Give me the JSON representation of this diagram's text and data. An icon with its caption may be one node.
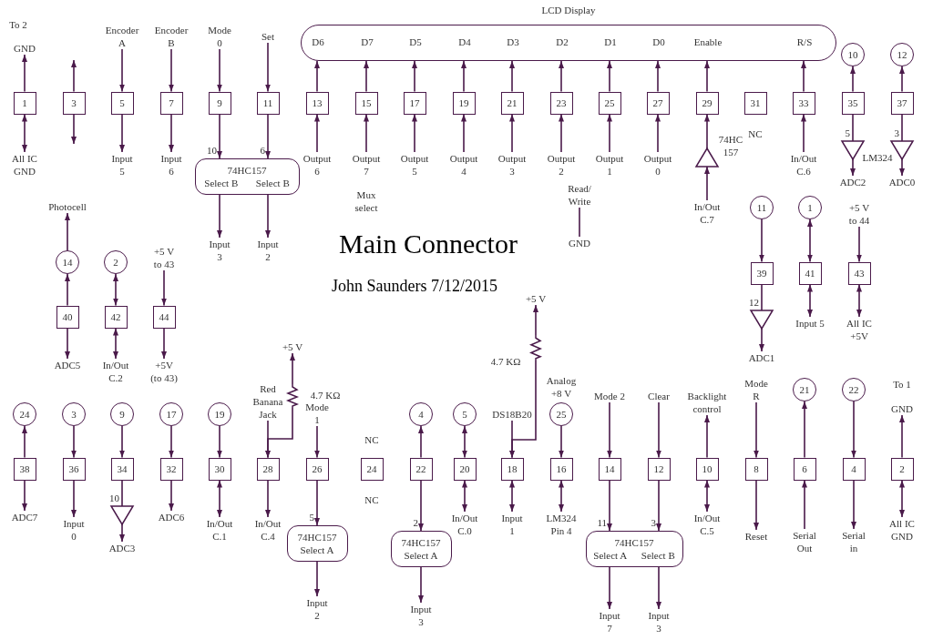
{
  "diagram": {
    "title": "Main Connector",
    "nodes": [
      {
        "text": [
          "GND"
        ]
      },
      {
        "text": [
          "1"
        ]
      },
      {
        "text": [
          "All IC GND"
        ]
      },
      {
        "text": [
          "3"
        ]
      },
      {
        "text": [
          "Encoder A"
        ]
      },
      {
        "text": [
          "5"
        ]
      },
      {
        "text": [
          "Input 5"
        ]
      },
      {
        "text": [
          "Encoder B"
        ]
      },
      {
        "text": [
          "7"
        ]
      },
      {
        "text": [
          "Input 6"
        ]
      },
      {
        "text": [
          "Mode 0"
        ]
      },
      {
        "text": [
          "9"
        ]
      },
      {
        "text": [
          "Set"
        ]
      },
      {
        "text": [
          "11"
        ]
      },
      {
        "text": [
          "74HC157",
          "Select B",
          "Select B"
        ]
      },
      {
        "text": [
          "Input 3"
        ]
      },
      {
        "text": [
          "Input 2"
        ]
      },
      {
        "text": [
          "LCD Display",
          "D6",
          "D7",
          "D5",
          "D4",
          "D3",
          "D2",
          "D1",
          "D0",
          "Enable",
          "R/S"
        ]
      },
      {
        "text": [
          "13"
        ]
      },
      {
        "text": [
          "Output 6"
        ]
      },
      {
        "text": [
          "15"
        ]
      },
      {
        "text": [
          "Output 7"
        ]
      },
      {
        "text": [
          "17"
        ]
      },
      {
        "text": [
          "Output 5"
        ]
      },
      {
        "text": [
          "19"
        ]
      },
      {
        "text": [
          "Output 4"
        ]
      },
      {
        "text": [
          "21"
        ]
      },
      {
        "text": [
          "Output 3"
        ]
      },
      {
        "text": [
          "23"
        ]
      },
      {
        "text": [
          "Output 2"
        ]
      },
      {
        "text": [
          "25"
        ]
      },
      {
        "text": [
          "Output 1"
        ]
      },
      {
        "text": [
          "27"
        ]
      },
      {
        "text": [
          "Output 0"
        ]
      },
      {
        "text": [
          "29"
        ]
      },
      {
        "text": [],
        "shape": "triangle",
        "beside": [
          "74HC 157"
        ]
      },
      {
        "text": [
          "In/Out C.7"
        ]
      },
      {
        "text": [
          "31"
        ],
        "beside": [
          "NC"
        ]
      },
      {
        "text": [
          "33"
        ]
      },
      {
        "text": [
          "In/Out C.6"
        ]
      },
      {
        "text": [
          "10"
        ]
      },
      {
        "text": [
          "35"
        ]
      },
      {
        "text": [],
        "shape": "triangle",
        "beside": [
          "LM324"
        ]
      },
      {
        "text": [
          "ADC2"
        ]
      },
      {
        "text": [
          "12"
        ]
      },
      {
        "text": [
          "37"
        ]
      },
      {
        "text": [],
        "shape": "triangle"
      },
      {
        "text": [
          "ADC0"
        ]
      },
      {
        "text": [
          "Read/ Write"
        ]
      },
      {
        "text": [
          "GND"
        ]
      },
      {
        "text": [
          "Photocell"
        ]
      },
      {
        "text": [
          "14"
        ]
      },
      {
        "text": [
          "40"
        ]
      },
      {
        "text": [
          "ADC5"
        ]
      },
      {
        "text": [
          "2"
        ]
      },
      {
        "text": [
          "42"
        ]
      },
      {
        "text": [
          "In/Out C.2"
        ]
      },
      {
        "text": [
          "+5 V to 43"
        ]
      },
      {
        "text": [
          "44"
        ]
      },
      {
        "text": [
          "+5V (to 43)"
        ]
      },
      {
        "text": [
          "11"
        ]
      },
      {
        "text": [
          "39"
        ]
      },
      {
        "text": [],
        "shape": "triangle"
      },
      {
        "text": [
          "ADC1"
        ]
      },
      {
        "text": [
          "1"
        ]
      },
      {
        "text": [
          "41"
        ]
      },
      {
        "text": [
          "Input 5"
        ]
      },
      {
        "text": [
          "+5 V to 44"
        ]
      },
      {
        "text": [
          "43"
        ]
      },
      {
        "text": [
          "All IC +5V"
        ]
      },
      {
        "text": [
          "24"
        ]
      },
      {
        "text": [
          "38"
        ]
      },
      {
        "text": [
          "ADC7"
        ]
      },
      {
        "text": [
          "3"
        ]
      },
      {
        "text": [
          "36"
        ]
      },
      {
        "text": [
          "Input 0"
        ]
      },
      {
        "text": [
          "9"
        ]
      },
      {
        "text": [
          "34"
        ]
      },
      {
        "text": [],
        "shape": "triangle"
      },
      {
        "text": [
          "ADC3"
        ]
      },
      {
        "text": [
          "17"
        ]
      },
      {
        "text": [
          "32"
        ]
      },
      {
        "text": [
          "ADC6"
        ]
      },
      {
        "text": [
          "19"
        ]
      },
      {
        "text": [
          "30"
        ]
      },
      {
        "text": [
          "In/Out C.1"
        ]
      },
      {
        "text": [
          "+5 V"
        ]
      },
      {
        "text": [],
        "shape": "resistor"
      },
      {
        "text": [
          "Red Banana Jack"
        ]
      },
      {
        "text": [
          "28"
        ]
      },
      {
        "text": [
          "In/Out C.4"
        ]
      },
      {
        "text": [
          "Mode 1"
        ]
      },
      {
        "text": [
          "26"
        ]
      },
      {
        "text": [
          "74HC157",
          "Select A"
        ]
      },
      {
        "text": [
          "Input 2"
        ]
      },
      {
        "text": [
          "24"
        ],
        "beside": [
          "NC",
          "NC"
        ]
      },
      {
        "text": [
          "4"
        ]
      },
      {
        "text": [
          "22"
        ]
      },
      {
        "text": [
          "74HC157",
          "Select A"
        ]
      },
      {
        "text": [
          "Input 3"
        ]
      },
      {
        "text": [
          "5"
        ]
      },
      {
        "text": [
          "20"
        ]
      },
      {
        "text": [
          "In/Out C.0"
        ]
      },
      {
        "text": [
          "+5 V"
        ]
      },
      {
        "text": [],
        "shape": "resistor",
        "beside": [
          "4.7 KΩ"
        ]
      },
      {
        "text": [
          "DS18B20"
        ]
      },
      {
        "text": [
          "18"
        ]
      },
      {
        "text": [
          "Input 1"
        ]
      },
      {
        "text": [
          "25"
        ],
        "beside": [
          "Analog +8 V"
        ]
      },
      {
        "text": [
          "16"
        ]
      },
      {
        "text": [
          "LM324 Pin 4"
        ]
      },
      {
        "text": [
          "Mode 2"
        ]
      },
      {
        "text": [
          "14"
        ]
      },
      {
        "text": [
          "Clear"
        ]
      },
      {
        "text": [
          "12"
        ]
      },
      {
        "text": [
          "74HC157",
          "Select A",
          "Select B"
        ]
      },
      {
        "text": [
          "Input 7"
        ]
      },
      {
        "text": [
          "Input 3"
        ]
      },
      {
        "text": [
          "Backlight control"
        ]
      },
      {
        "text": [
          "10"
        ]
      },
      {
        "text": [
          "In/Out C.5"
        ]
      },
      {
        "text": [
          "Mode R"
        ]
      },
      {
        "text": [
          "8"
        ]
      },
      {
        "text": [
          "Reset"
        ]
      },
      {
        "text": [
          "21"
        ]
      },
      {
        "text": [
          "6"
        ]
      },
      {
        "text": [
          "Serial Out"
        ]
      },
      {
        "text": [
          "22"
        ]
      },
      {
        "text": [
          "4"
        ]
      },
      {
        "text": [
          "Serial in"
        ]
      },
      {
        "text": [
          "GND"
        ]
      },
      {
        "text": [
          "2"
        ]
      },
      {
        "text": [
          "All IC GND"
        ]
      }
    ],
    "edges": [
      {
        "from": 1,
        "to": 0,
        "arrow": "to"
      },
      {
        "from": 1,
        "to": 2,
        "arrow": "both"
      },
      {
        "from": 3,
        "to": null,
        "arrow": "to"
      },
      {
        "from": 3,
        "to": null,
        "arrow": "to"
      },
      {
        "from": 4,
        "to": 5,
        "arrow": "to"
      },
      {
        "from": 5,
        "to": 6,
        "arrow": "to"
      },
      {
        "from": 7,
        "to": 8,
        "arrow": "to"
      },
      {
        "from": 8,
        "to": 9,
        "arrow": "to"
      },
      {
        "from": 10,
        "to": 11,
        "arrow": "to"
      },
      {
        "from": 11,
        "to": 14,
        "arrow": "to",
        "label": "10"
      },
      {
        "from": 12,
        "to": 13,
        "arrow": "to"
      },
      {
        "from": 13,
        "to": 14,
        "arrow": "to",
        "label": "6"
      },
      {
        "from": 14,
        "to": 15,
        "arrow": "to"
      },
      {
        "from": 14,
        "to": 16,
        "arrow": "to"
      },
      {
        "from": 18,
        "to": 17,
        "arrow": "to"
      },
      {
        "from": 19,
        "to": 18,
        "arrow": "to"
      },
      {
        "from": 20,
        "to": 17,
        "arrow": "to"
      },
      {
        "from": 21,
        "to": 20,
        "arrow": "to"
      },
      {
        "from": 22,
        "to": 17,
        "arrow": "to"
      },
      {
        "from": 23,
        "to": 22,
        "arrow": "to"
      },
      {
        "from": 24,
        "to": 17,
        "arrow": "to"
      },
      {
        "from": 25,
        "to": 24,
        "arrow": "to"
      },
      {
        "from": 26,
        "to": 17,
        "arrow": "to"
      },
      {
        "from": 27,
        "to": 26,
        "arrow": "to"
      },
      {
        "from": 28,
        "to": 17,
        "arrow": "to"
      },
      {
        "from": 29,
        "to": 28,
        "arrow": "to"
      },
      {
        "from": 30,
        "to": 17,
        "arrow": "to"
      },
      {
        "from": 31,
        "to": 30,
        "arrow": "to"
      },
      {
        "from": 32,
        "to": 17,
        "arrow": "to"
      },
      {
        "from": 33,
        "to": 32,
        "arrow": "to"
      },
      {
        "from": 34,
        "to": 17,
        "arrow": "to"
      },
      {
        "from": 35,
        "to": 34,
        "arrow": "to"
      },
      {
        "from": 36,
        "to": 35,
        "arrow": "to"
      },
      {
        "from": 38,
        "to": 17,
        "arrow": "to"
      },
      {
        "from": 39,
        "to": 38,
        "arrow": "to"
      },
      {
        "from": 41,
        "to": 40,
        "arrow": "to"
      },
      {
        "from": 41,
        "to": 42,
        "arrow": "none",
        "label": "5"
      },
      {
        "from": 42,
        "to": 43,
        "arrow": "to"
      },
      {
        "from": 45,
        "to": 44,
        "arrow": "to"
      },
      {
        "from": 45,
        "to": 46,
        "arrow": "none",
        "label": "3"
      },
      {
        "from": 46,
        "to": 47,
        "arrow": "to"
      },
      {
        "from": 48,
        "to": 49,
        "arrow": "none"
      },
      {
        "from": 51,
        "to": 50,
        "arrow": "to"
      },
      {
        "from": 52,
        "to": 51,
        "arrow": "to"
      },
      {
        "from": 52,
        "to": 53,
        "arrow": "to"
      },
      {
        "from": 55,
        "to": 54,
        "arrow": "both"
      },
      {
        "from": 55,
        "to": 56,
        "arrow": "both"
      },
      {
        "from": 57,
        "to": 58,
        "arrow": "to"
      },
      {
        "from": 58,
        "to": 59,
        "arrow": "to"
      },
      {
        "from": 60,
        "to": 61,
        "arrow": "to"
      },
      {
        "from": 61,
        "to": 62,
        "arrow": "none",
        "label": "12"
      },
      {
        "from": 62,
        "to": 63,
        "arrow": "to"
      },
      {
        "from": 65,
        "to": 64,
        "arrow": "both"
      },
      {
        "from": 65,
        "to": 66,
        "arrow": "both"
      },
      {
        "from": 67,
        "to": 68,
        "arrow": "to"
      },
      {
        "from": 68,
        "to": 69,
        "arrow": "both"
      },
      {
        "from": 71,
        "to": 70,
        "arrow": "to"
      },
      {
        "from": 71,
        "to": 72,
        "arrow": "to"
      },
      {
        "from": 73,
        "to": 74,
        "arrow": "to"
      },
      {
        "from": 74,
        "to": 75,
        "arrow": "to"
      },
      {
        "from": 76,
        "to": 77,
        "arrow": "to"
      },
      {
        "from": 77,
        "to": 78,
        "arrow": "none",
        "label": "10"
      },
      {
        "from": 78,
        "to": 79,
        "arrow": "to"
      },
      {
        "from": 80,
        "to": 81,
        "arrow": "to"
      },
      {
        "from": 81,
        "to": 82,
        "arrow": "to"
      },
      {
        "from": 83,
        "to": 84,
        "arrow": "to"
      },
      {
        "from": 84,
        "to": 85,
        "arrow": "both"
      },
      {
        "from": 87,
        "to": 86,
        "arrow": "to"
      },
      {
        "from": 87,
        "to": 89,
        "arrow": "to"
      },
      {
        "from": 88,
        "to": 89,
        "arrow": "to"
      },
      {
        "from": 89,
        "to": 90,
        "arrow": "to"
      },
      {
        "from": 91,
        "to": 92,
        "arrow": "to"
      },
      {
        "from": 92,
        "to": 93,
        "arrow": "to",
        "label": "5"
      },
      {
        "from": 93,
        "to": 94,
        "arrow": "to"
      },
      {
        "from": 97,
        "to": 96,
        "arrow": "to"
      },
      {
        "from": 97,
        "to": 98,
        "arrow": "to",
        "label": "2"
      },
      {
        "from": 98,
        "to": 99,
        "arrow": "to"
      },
      {
        "from": 101,
        "to": 100,
        "arrow": "both"
      },
      {
        "from": 101,
        "to": 102,
        "arrow": "both"
      },
      {
        "from": 104,
        "to": 103,
        "arrow": "to"
      },
      {
        "from": 104,
        "to": 106,
        "arrow": "to"
      },
      {
        "from": 105,
        "to": 106,
        "arrow": "to"
      },
      {
        "from": 106,
        "to": 107,
        "arrow": "both"
      },
      {
        "from": 108,
        "to": 109,
        "arrow": "to"
      },
      {
        "from": 109,
        "to": 110,
        "arrow": "both"
      },
      {
        "from": 111,
        "to": 112,
        "arrow": "to"
      },
      {
        "from": 112,
        "to": 115,
        "arrow": "to",
        "label": "11"
      },
      {
        "from": 113,
        "to": 114,
        "arrow": "to"
      },
      {
        "from": 114,
        "to": 115,
        "arrow": "to",
        "label": "3"
      },
      {
        "from": 115,
        "to": 116,
        "arrow": "to"
      },
      {
        "from": 115,
        "to": 117,
        "arrow": "to"
      },
      {
        "from": 119,
        "to": 118,
        "arrow": "to"
      },
      {
        "from": 119,
        "to": 120,
        "arrow": "both"
      },
      {
        "from": 121,
        "to": 122,
        "arrow": "to"
      },
      {
        "from": 122,
        "to": 123,
        "arrow": "to"
      },
      {
        "from": 126,
        "to": 125,
        "arrow": "to"
      },
      {
        "from": 125,
        "to": 124,
        "arrow": "to"
      },
      {
        "from": 127,
        "to": 128,
        "arrow": "to"
      },
      {
        "from": 128,
        "to": 129,
        "arrow": "to"
      },
      {
        "from": 131,
        "to": 130,
        "arrow": "to"
      },
      {
        "from": 131,
        "to": 132,
        "arrow": "both"
      }
    ],
    "labels": [
      "To 2",
      "Mux select",
      "John Saunders 7/12/2015",
      "To 1",
      "4.7 KΩ"
    ]
  }
}
